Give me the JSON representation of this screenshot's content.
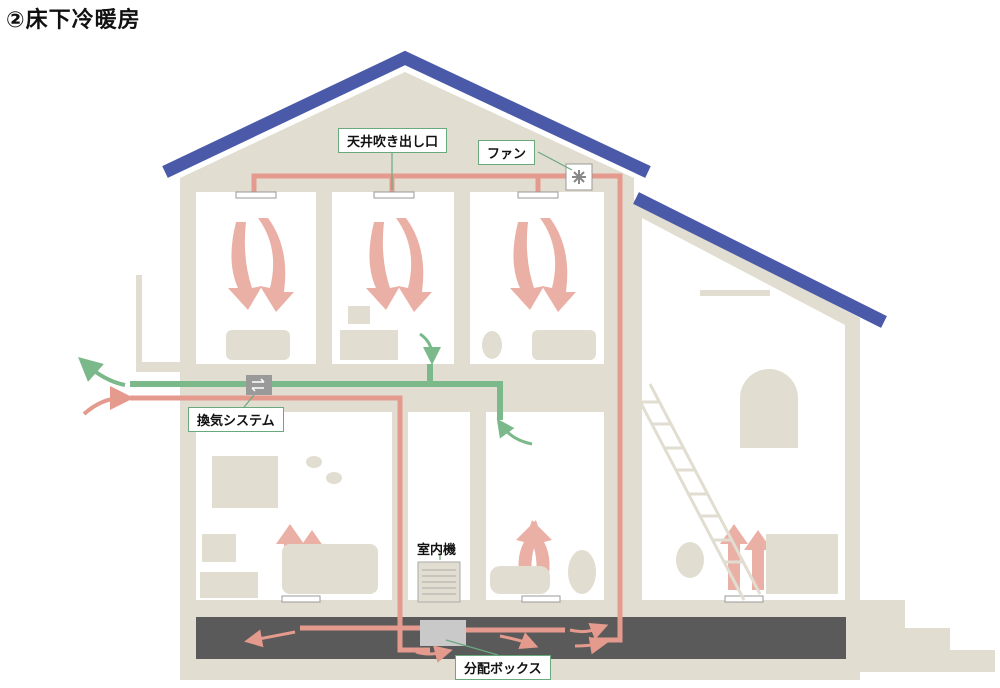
{
  "title": "②床下冷暖房",
  "labels": {
    "ceiling_outlet": "天井吹き出し口",
    "fan": "ファン",
    "ventilation_system": "換気システム",
    "indoor_unit": "室内機",
    "distribution_box": "分配ボックス"
  },
  "colors": {
    "roof": "#4a5aa8",
    "house_frame": "#e1ddd0",
    "warm_duct": "#e59a8e",
    "warm_arrow": "#eab0a6",
    "vent_duct": "#7bb98a",
    "floor_plenum": "#5a5a5a",
    "label_border": "#6aa87e"
  }
}
